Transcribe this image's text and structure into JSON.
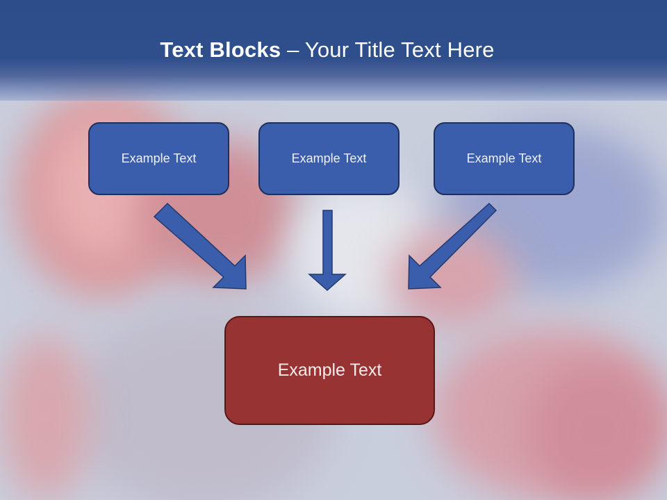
{
  "slide": {
    "title_bold": "Text Blocks",
    "title_rest": " – Your Title Text Here",
    "colors": {
      "title_bar": "#2f4f8c",
      "top_box_fill": "#3a5eac",
      "top_box_border": "#1e2f5c",
      "bottom_box_fill": "#983333",
      "bottom_box_border": "#5a1616",
      "arrow_fill": "#3a5eac",
      "arrow_stroke": "#23396e"
    }
  },
  "diagram": {
    "top_boxes": [
      {
        "label": "Example Text"
      },
      {
        "label": "Example Text"
      },
      {
        "label": "Example Text"
      }
    ],
    "bottom_box": {
      "label": "Example Text"
    },
    "arrows": [
      {
        "from": "top-left",
        "to": "bottom",
        "direction": "down-right"
      },
      {
        "from": "top-center",
        "to": "bottom",
        "direction": "down"
      },
      {
        "from": "top-right",
        "to": "bottom",
        "direction": "down-left"
      }
    ]
  }
}
